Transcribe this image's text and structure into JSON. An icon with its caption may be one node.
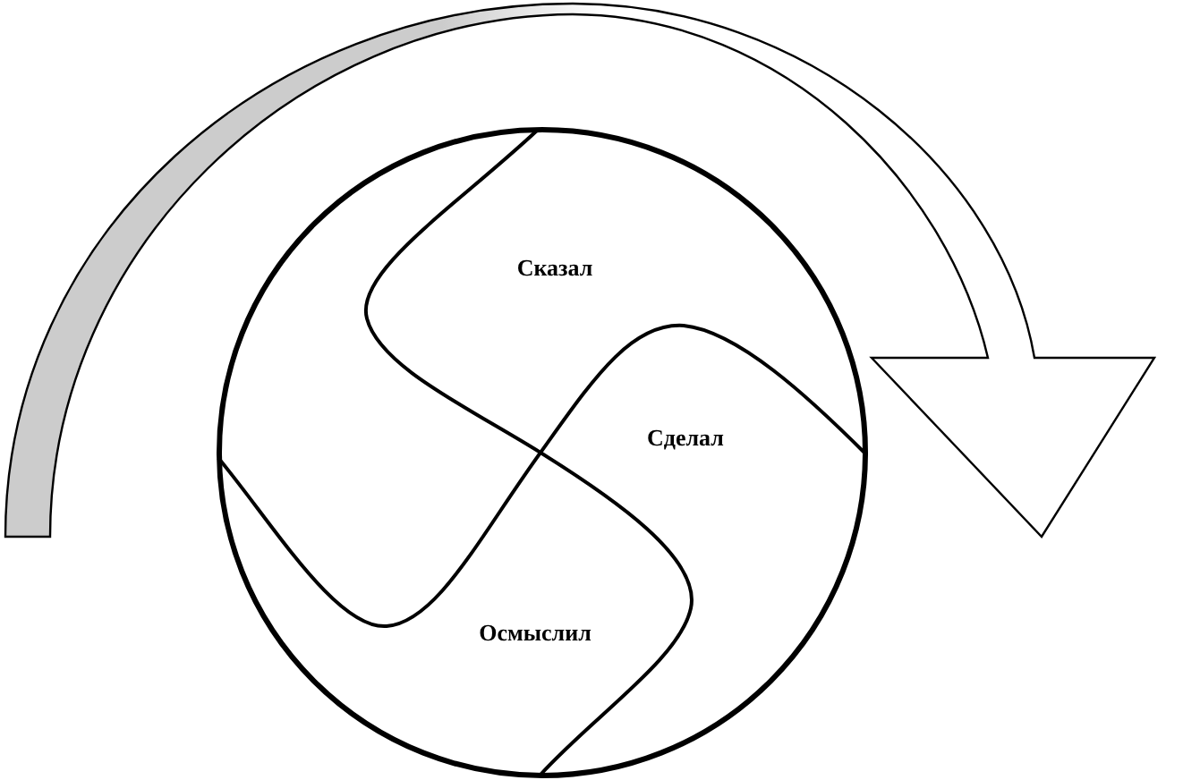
{
  "diagram": {
    "nodes": [
      {
        "text": [
          "Сказал",
          "Сделал",
          "Осмыслил"
        ]
      }
    ]
  }
}
